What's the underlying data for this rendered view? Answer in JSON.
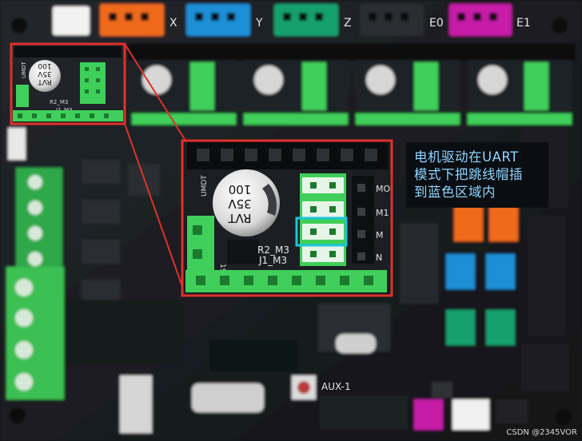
{
  "board": {
    "silk": {
      "x": "X",
      "y": "Y",
      "z": "Z",
      "e0": "E0",
      "e1": "E1",
      "aux": "AUX-1"
    },
    "small_driver": {
      "rot_label": "ᴜᴍɒᴛ",
      "cap_lines": [
        "RVT",
        "35V",
        "100"
      ],
      "label_r2": "R2_M3",
      "label_j1": "J1_M3"
    },
    "zoom_driver": {
      "rot_label": "UMDT",
      "cap_lines": [
        "RVT",
        "35V",
        "100"
      ],
      "label_r2": "R2_M3",
      "label_j1": "J1_M3",
      "label_19": "19",
      "pin_labels": [
        "MO",
        "M1",
        "M",
        "N"
      ]
    }
  },
  "caption": {
    "lines": [
      "电机驱动在UART",
      "模式下把跳线帽插",
      "到蓝色区域内"
    ],
    "color": "#8fd4ff"
  },
  "watermark": "CSDN @2345VOR",
  "colors": {
    "pcb": "#1a1d21",
    "green_header": "#3fcf5a",
    "highlight_red": "#e0302a",
    "highlight_cyan": "#19c6dc",
    "orange": "#f06a1a",
    "blue": "#1b8fd6",
    "teal": "#18a070",
    "magenta": "#c61ea8"
  }
}
